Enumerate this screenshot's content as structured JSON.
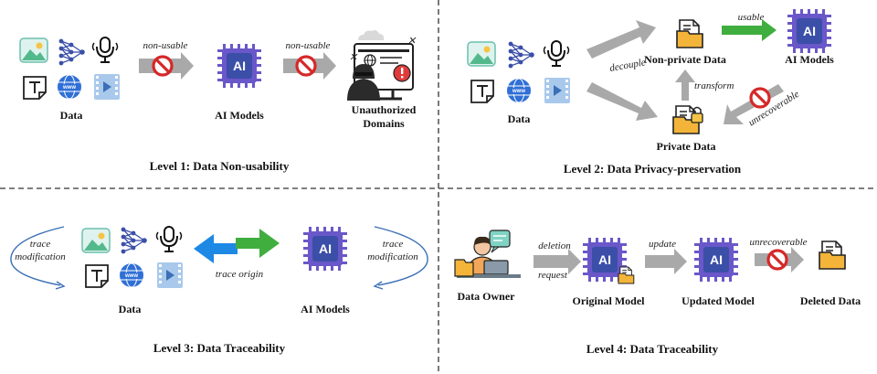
{
  "level1": {
    "title": "Level 1: Data Non-usability",
    "data_label": "Data",
    "arrow1_label": "non-usable",
    "model_label": "AI Models",
    "arrow2_label": "non-usable",
    "target_label_line1": "Unauthorized",
    "target_label_line2": "Domains",
    "chip_text": "AI"
  },
  "level2": {
    "title": "Level 2: Data Privacy-preservation",
    "data_label": "Data",
    "decouple_label": "decouple",
    "nonprivate_label": "Non-private Data",
    "usable_label": "usable",
    "model_label": "AI Models",
    "transform_label": "transform",
    "private_label": "Private Data",
    "unrecoverable_label": "unrecoverable",
    "chip_text": "AI"
  },
  "level3": {
    "title": "Level 3: Data Traceability",
    "trace_mod_left_1": "trace",
    "trace_mod_left_2": "modification",
    "data_label": "Data",
    "trace_origin_label": "trace origin",
    "model_label": "AI Models",
    "trace_mod_right_1": "trace",
    "trace_mod_right_2": "modification",
    "chip_text": "AI"
  },
  "level4": {
    "title": "Level 4: Data Traceability",
    "owner_label": "Data Owner",
    "deletion_label": "deletion",
    "request_label": "request",
    "original_label": "Original Model",
    "update_label": "update",
    "updated_label": "Updated Model",
    "unrecoverable_label": "unrecoverable",
    "deleted_label": "Deleted Data",
    "chip_text": "AI"
  },
  "icons": {
    "www_text": "www"
  },
  "colors": {
    "gray_arrow": "#a9a9a9",
    "green_arrow": "#3fae3f",
    "blue_arrow": "#1e88e5",
    "chip": "#3b4fa8",
    "chip_pin": "#6a57c9",
    "forbid_red": "#d62828",
    "folder": "#f4b43a",
    "divider": "#333333"
  }
}
